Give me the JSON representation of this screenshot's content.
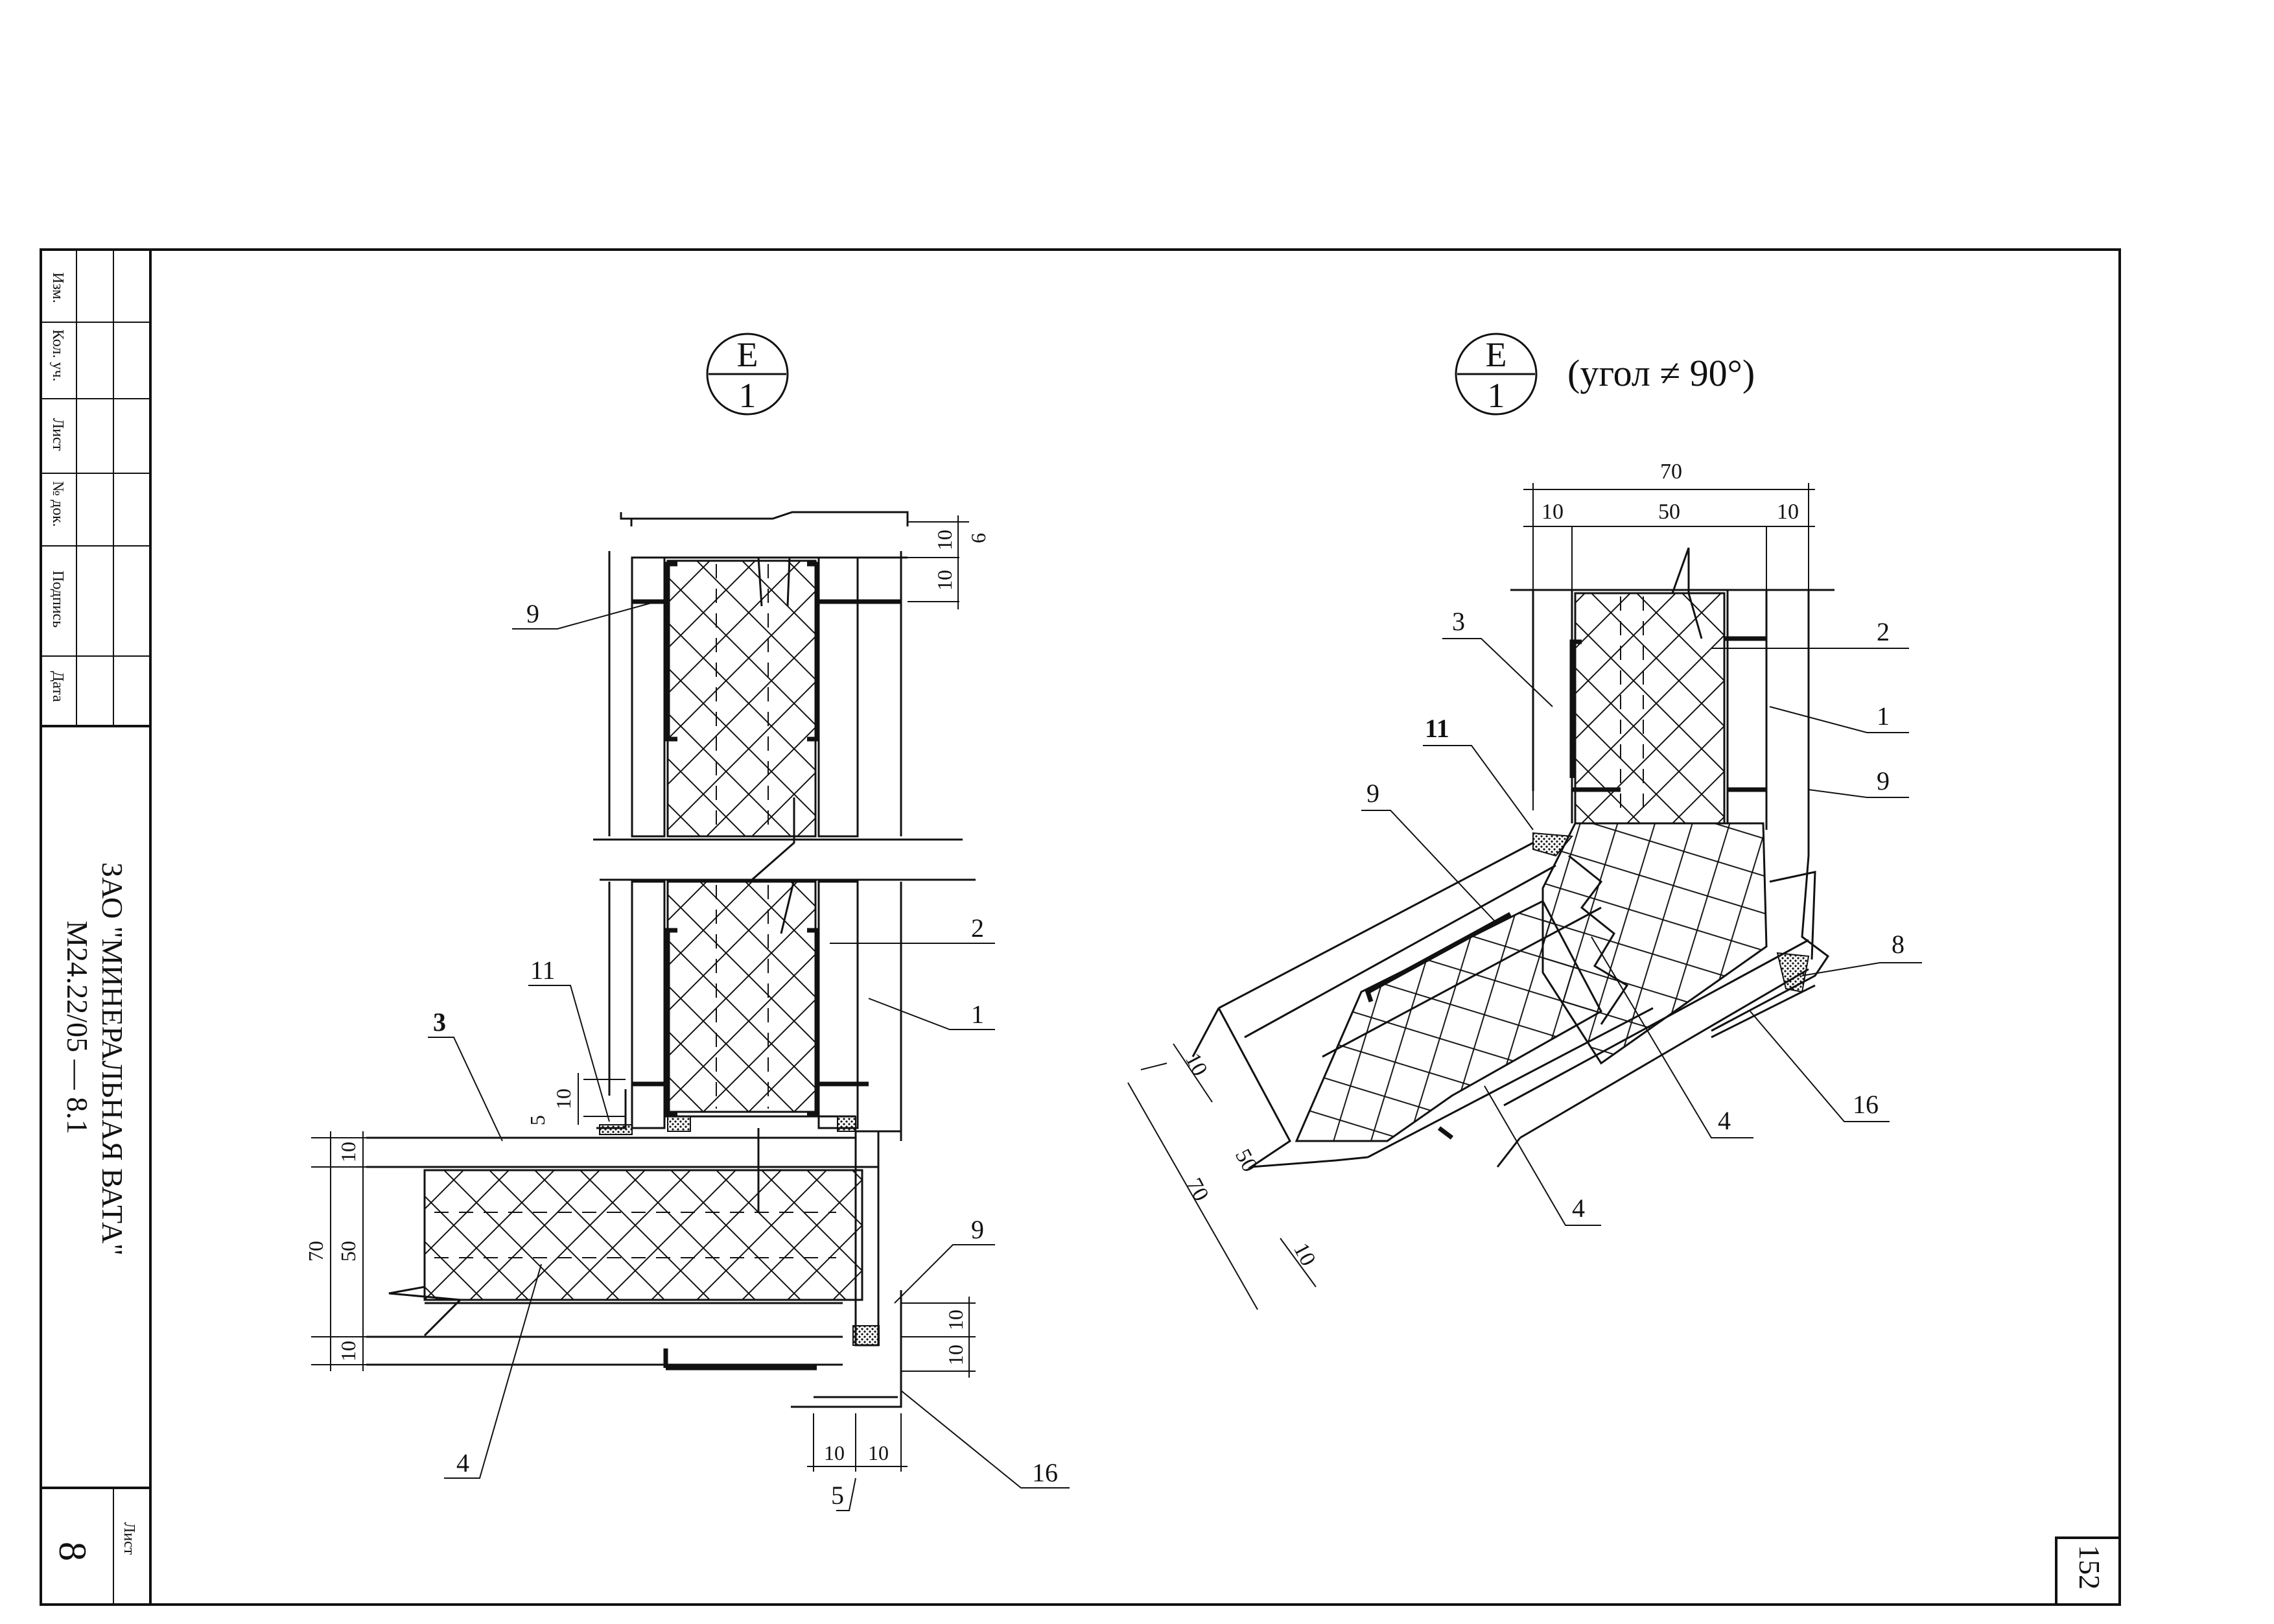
{
  "title_block": {
    "rev_headers": [
      "Изм.",
      "Кол. уч.",
      "Лист",
      "№ док.",
      "Подпись",
      "Дата"
    ],
    "company": "ЗАО \"МИНЕРАЛЬНАЯ ВАТА\"",
    "doc_code": "М24.22/05  —  8.1",
    "sheet_label": "Лист",
    "sheet_number": "8"
  },
  "page_number": "152",
  "views": {
    "left": {
      "marker_top": "Е",
      "marker_bottom": "1"
    },
    "right": {
      "marker_top": "Е",
      "marker_bottom": "1",
      "note": "(угол ≠ 90°)"
    }
  },
  "left_callouts": {
    "c9a": "9",
    "c2": "2",
    "c1": "1",
    "c11": "11",
    "c3": "3",
    "c4": "4",
    "c9b": "9",
    "c16": "16",
    "c5b": "5"
  },
  "left_dims": {
    "d10a": "10",
    "d10b": "10",
    "d6": "6",
    "d10c": "10",
    "d5a": "5",
    "d10d": "10",
    "d70": "70",
    "d50": "50",
    "d10e": "10",
    "d10f": "10",
    "d10g": "10",
    "d10h": "10",
    "d10i": "10"
  },
  "right_callouts": {
    "c3": "3",
    "c2": "2",
    "c1": "1",
    "c11": "11",
    "c9a": "9",
    "c9b": "9",
    "c8": "8",
    "c4a": "4",
    "c4b": "4",
    "c16": "16"
  },
  "right_dims": {
    "d70top": "70",
    "d10l": "10",
    "d50": "50",
    "d10r": "10",
    "d10a": "10",
    "d50b": "50",
    "d70b": "70",
    "d10b": "10"
  }
}
